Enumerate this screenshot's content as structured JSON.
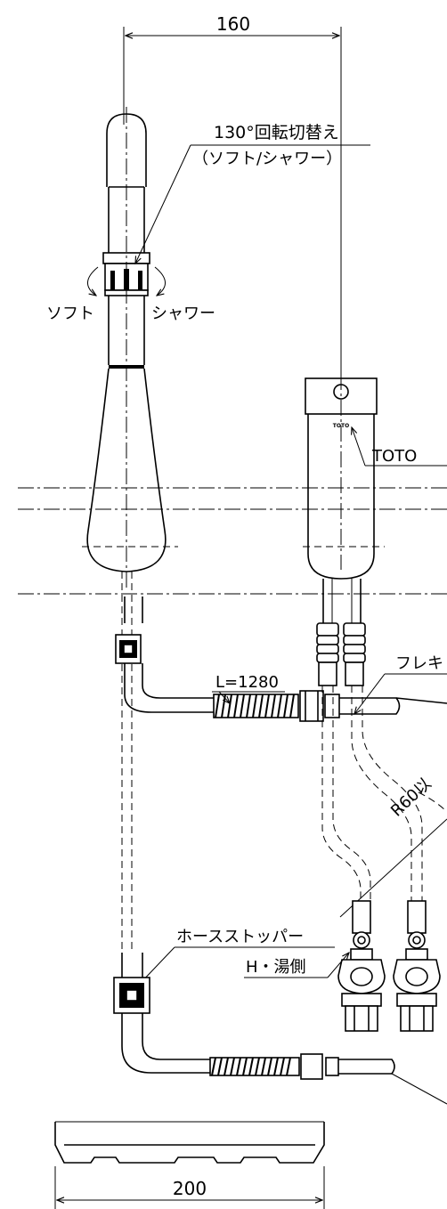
{
  "dimensions": {
    "top_width": "160",
    "bottom_width": "200"
  },
  "labels": {
    "rotation": "130°回転切替え",
    "rotation_modes": "（ソフト/シャワー）",
    "soft": "ソフト",
    "shower": "シャワー",
    "brand": "TOTO",
    "logo_mark": "TOTO",
    "flexible": "フレキ",
    "radius": "R60以",
    "hose_stopper": "ホースストッパー",
    "hot_side": "H・湯側",
    "hose_length": "L=1280"
  }
}
